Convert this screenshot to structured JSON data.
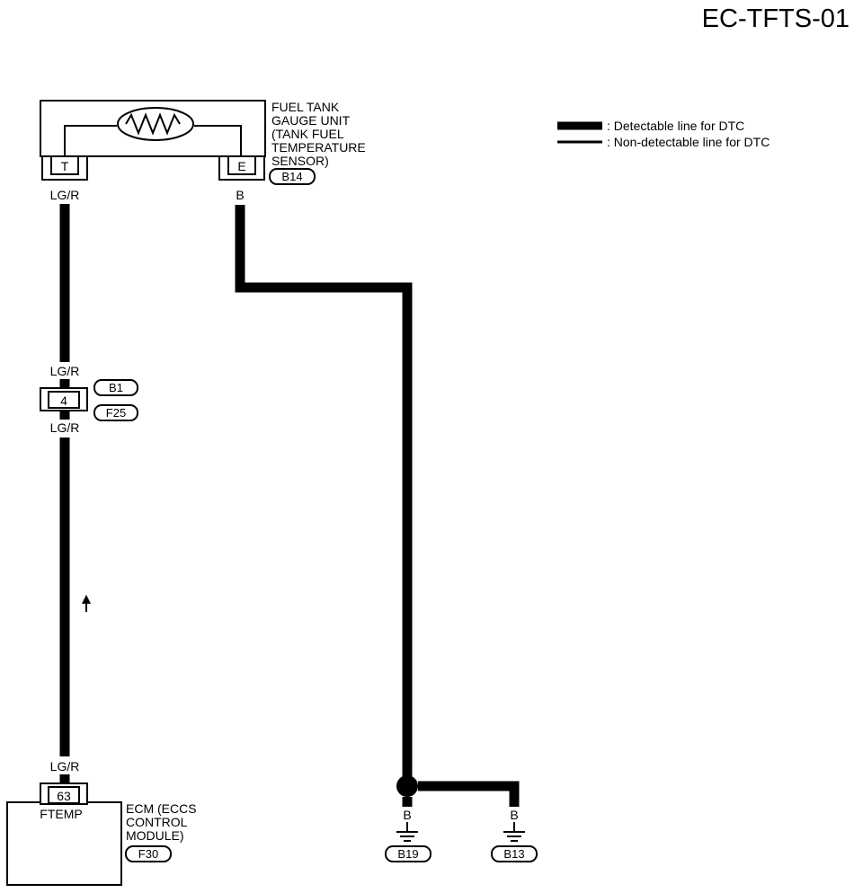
{
  "diagram_id": "EC-TFTS-01",
  "legend": {
    "detectable": ": Detectable line for DTC",
    "non_detectable": ": Non-detectable line for DTC"
  },
  "sensor": {
    "label_lines": [
      "FUEL TANK",
      "GAUGE UNIT",
      "(TANK FUEL",
      "TEMPERATURE",
      "SENSOR)"
    ],
    "connector": "B14",
    "terminal_t": "T",
    "terminal_e": "E"
  },
  "wires": {
    "signal_color": "LG/R",
    "ground_color": "B"
  },
  "joint_connector": {
    "terminal": "4",
    "upper_connector": "B1",
    "lower_connector": "F25"
  },
  "ecm": {
    "terminal": "63",
    "terminal_name": "FTEMP",
    "label_lines": [
      "ECM (ECCS",
      "CONTROL",
      "MODULE)"
    ],
    "connector": "F30"
  },
  "grounds": {
    "left_color": "B",
    "left_connector": "B19",
    "right_color": "B",
    "right_connector": "B13"
  },
  "colors": {
    "ink": "#000000",
    "paper": "#ffffff"
  }
}
